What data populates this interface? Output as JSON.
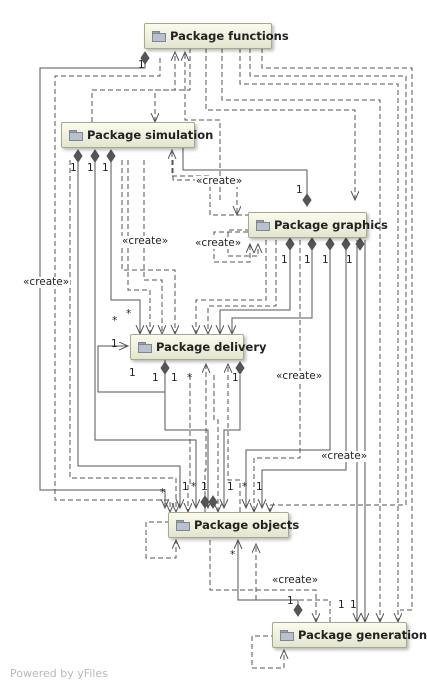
{
  "nodes": {
    "functions": "Package functions",
    "simulation": "Package simulation",
    "graphics": "Package graphics",
    "delivery": "Package delivery",
    "objects": "Package objects",
    "generation": "Package generation"
  },
  "labels": {
    "create_left": "«create»",
    "create_sim": "«create»",
    "create_sim_graphics": "«create»",
    "create_graphics_self": "«create»",
    "create_graphics_objects": "«create»",
    "create_graphics_generation": "«create»",
    "create_objects_generation": "«create»",
    "one": "1",
    "many": "*"
  },
  "footer": "Powered by yFiles",
  "colors": {
    "edge": "#555555",
    "node_border": "#a7a88c",
    "diamond": "#555555"
  }
}
